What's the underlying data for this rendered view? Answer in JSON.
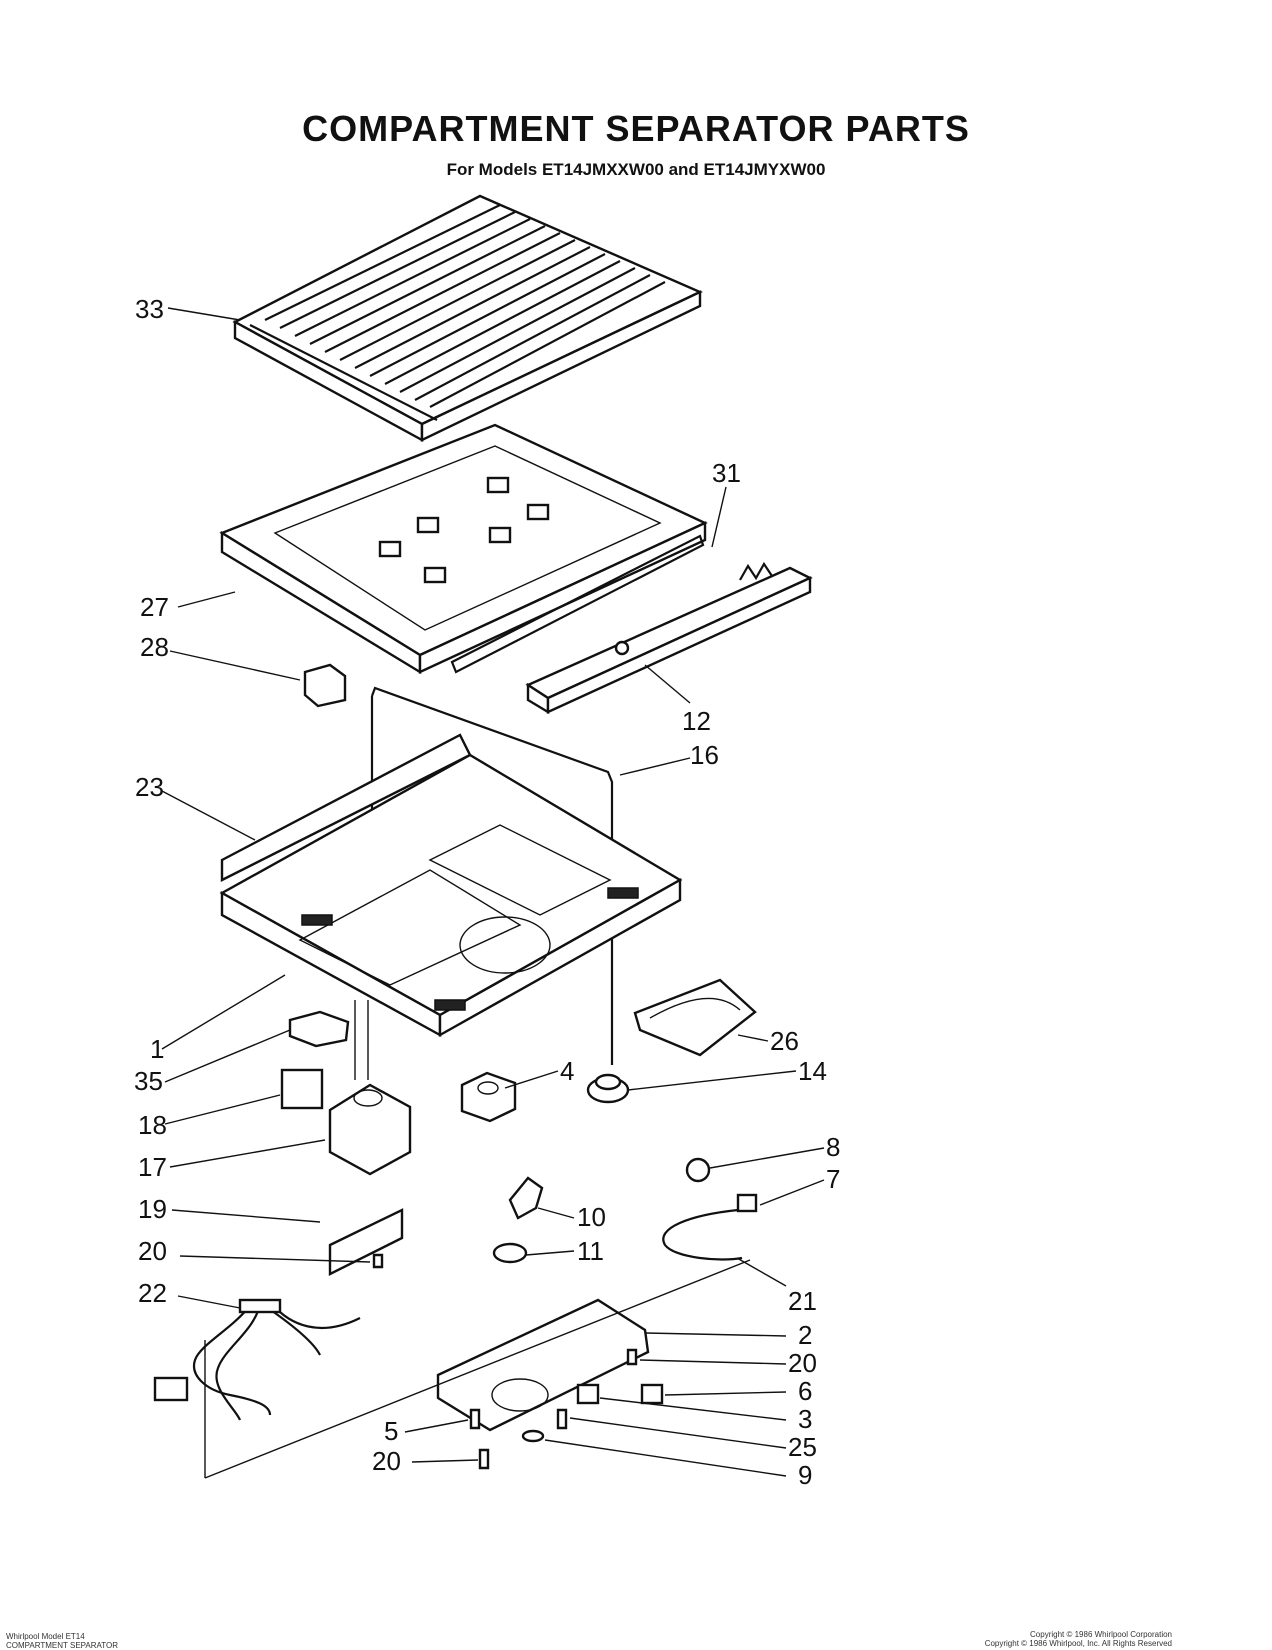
{
  "title": "COMPARTMENT SEPARATOR PARTS",
  "subtitle": "For Models ET14JMXXW00 and ET14JMYXW00",
  "callouts": [
    "33",
    "31",
    "27",
    "28",
    "12",
    "16",
    "23",
    "1",
    "26",
    "35",
    "14",
    "4",
    "18",
    "17",
    "8",
    "7",
    "19",
    "10",
    "20",
    "11",
    "22",
    "21",
    "2",
    "20",
    "6",
    "5",
    "3",
    "25",
    "20",
    "9"
  ],
  "footer_left": [
    "Whirlpool Model ET14",
    "COMPARTMENT SEPARATOR"
  ],
  "footer_right": [
    "Copyright © 1986 Whirlpool Corporation",
    "Copyright © 1986 Whirlpool, Inc. All Rights Reserved"
  ]
}
